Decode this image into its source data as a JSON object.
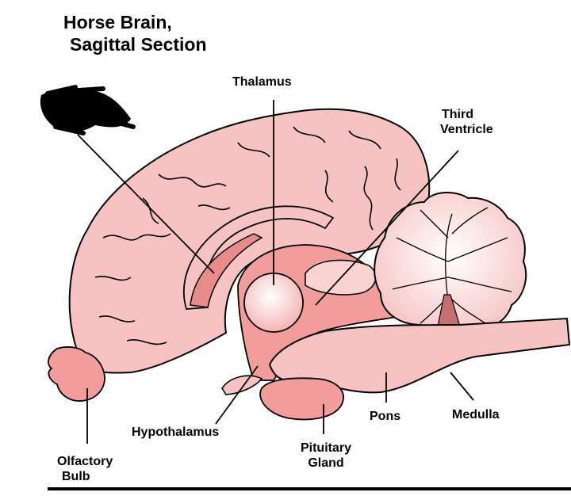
{
  "title": {
    "line1": "Horse Brain,",
    "line2": "Sagittal Section"
  },
  "labels": {
    "thalamus": "Thalamus",
    "third_ventricle_1": "Third",
    "third_ventricle_2": "Ventricle",
    "hypothalamus": "Hypothalamus",
    "pituitary_1": "Pituitary",
    "pituitary_2": "Gland",
    "pons": "Pons",
    "medulla": "Medulla",
    "olfactory_1": "Olfactory",
    "olfactory_2": "Bulb"
  },
  "colors": {
    "tissue_light": "#f7c9c9",
    "tissue_mid": "#f4a6a6",
    "tissue_dark": "#e98b8b",
    "outline": "#000000",
    "redaction": "#000000"
  }
}
